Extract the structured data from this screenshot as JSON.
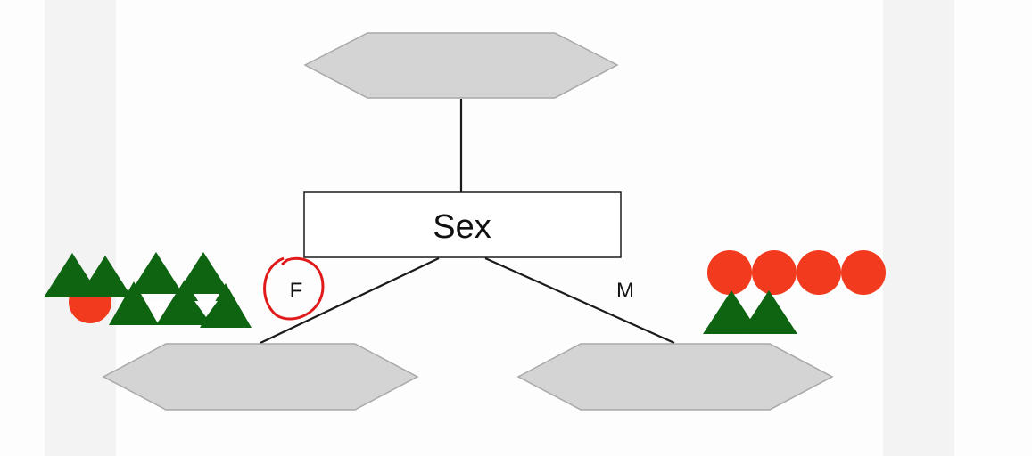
{
  "diagram": {
    "root_node_label": "Sex",
    "branches": [
      {
        "label": "F",
        "side": "left",
        "annotated": true
      },
      {
        "label": "M",
        "side": "right",
        "annotated": false
      }
    ],
    "left_group": {
      "triangles": 7,
      "circles": 1
    },
    "right_group": {
      "triangles": 2,
      "circles": 4
    },
    "colors": {
      "triangle": "#0f6412",
      "circle": "#f23a1e",
      "node_fill": "#d4d4d4",
      "annotation": "#e01a1a"
    }
  }
}
